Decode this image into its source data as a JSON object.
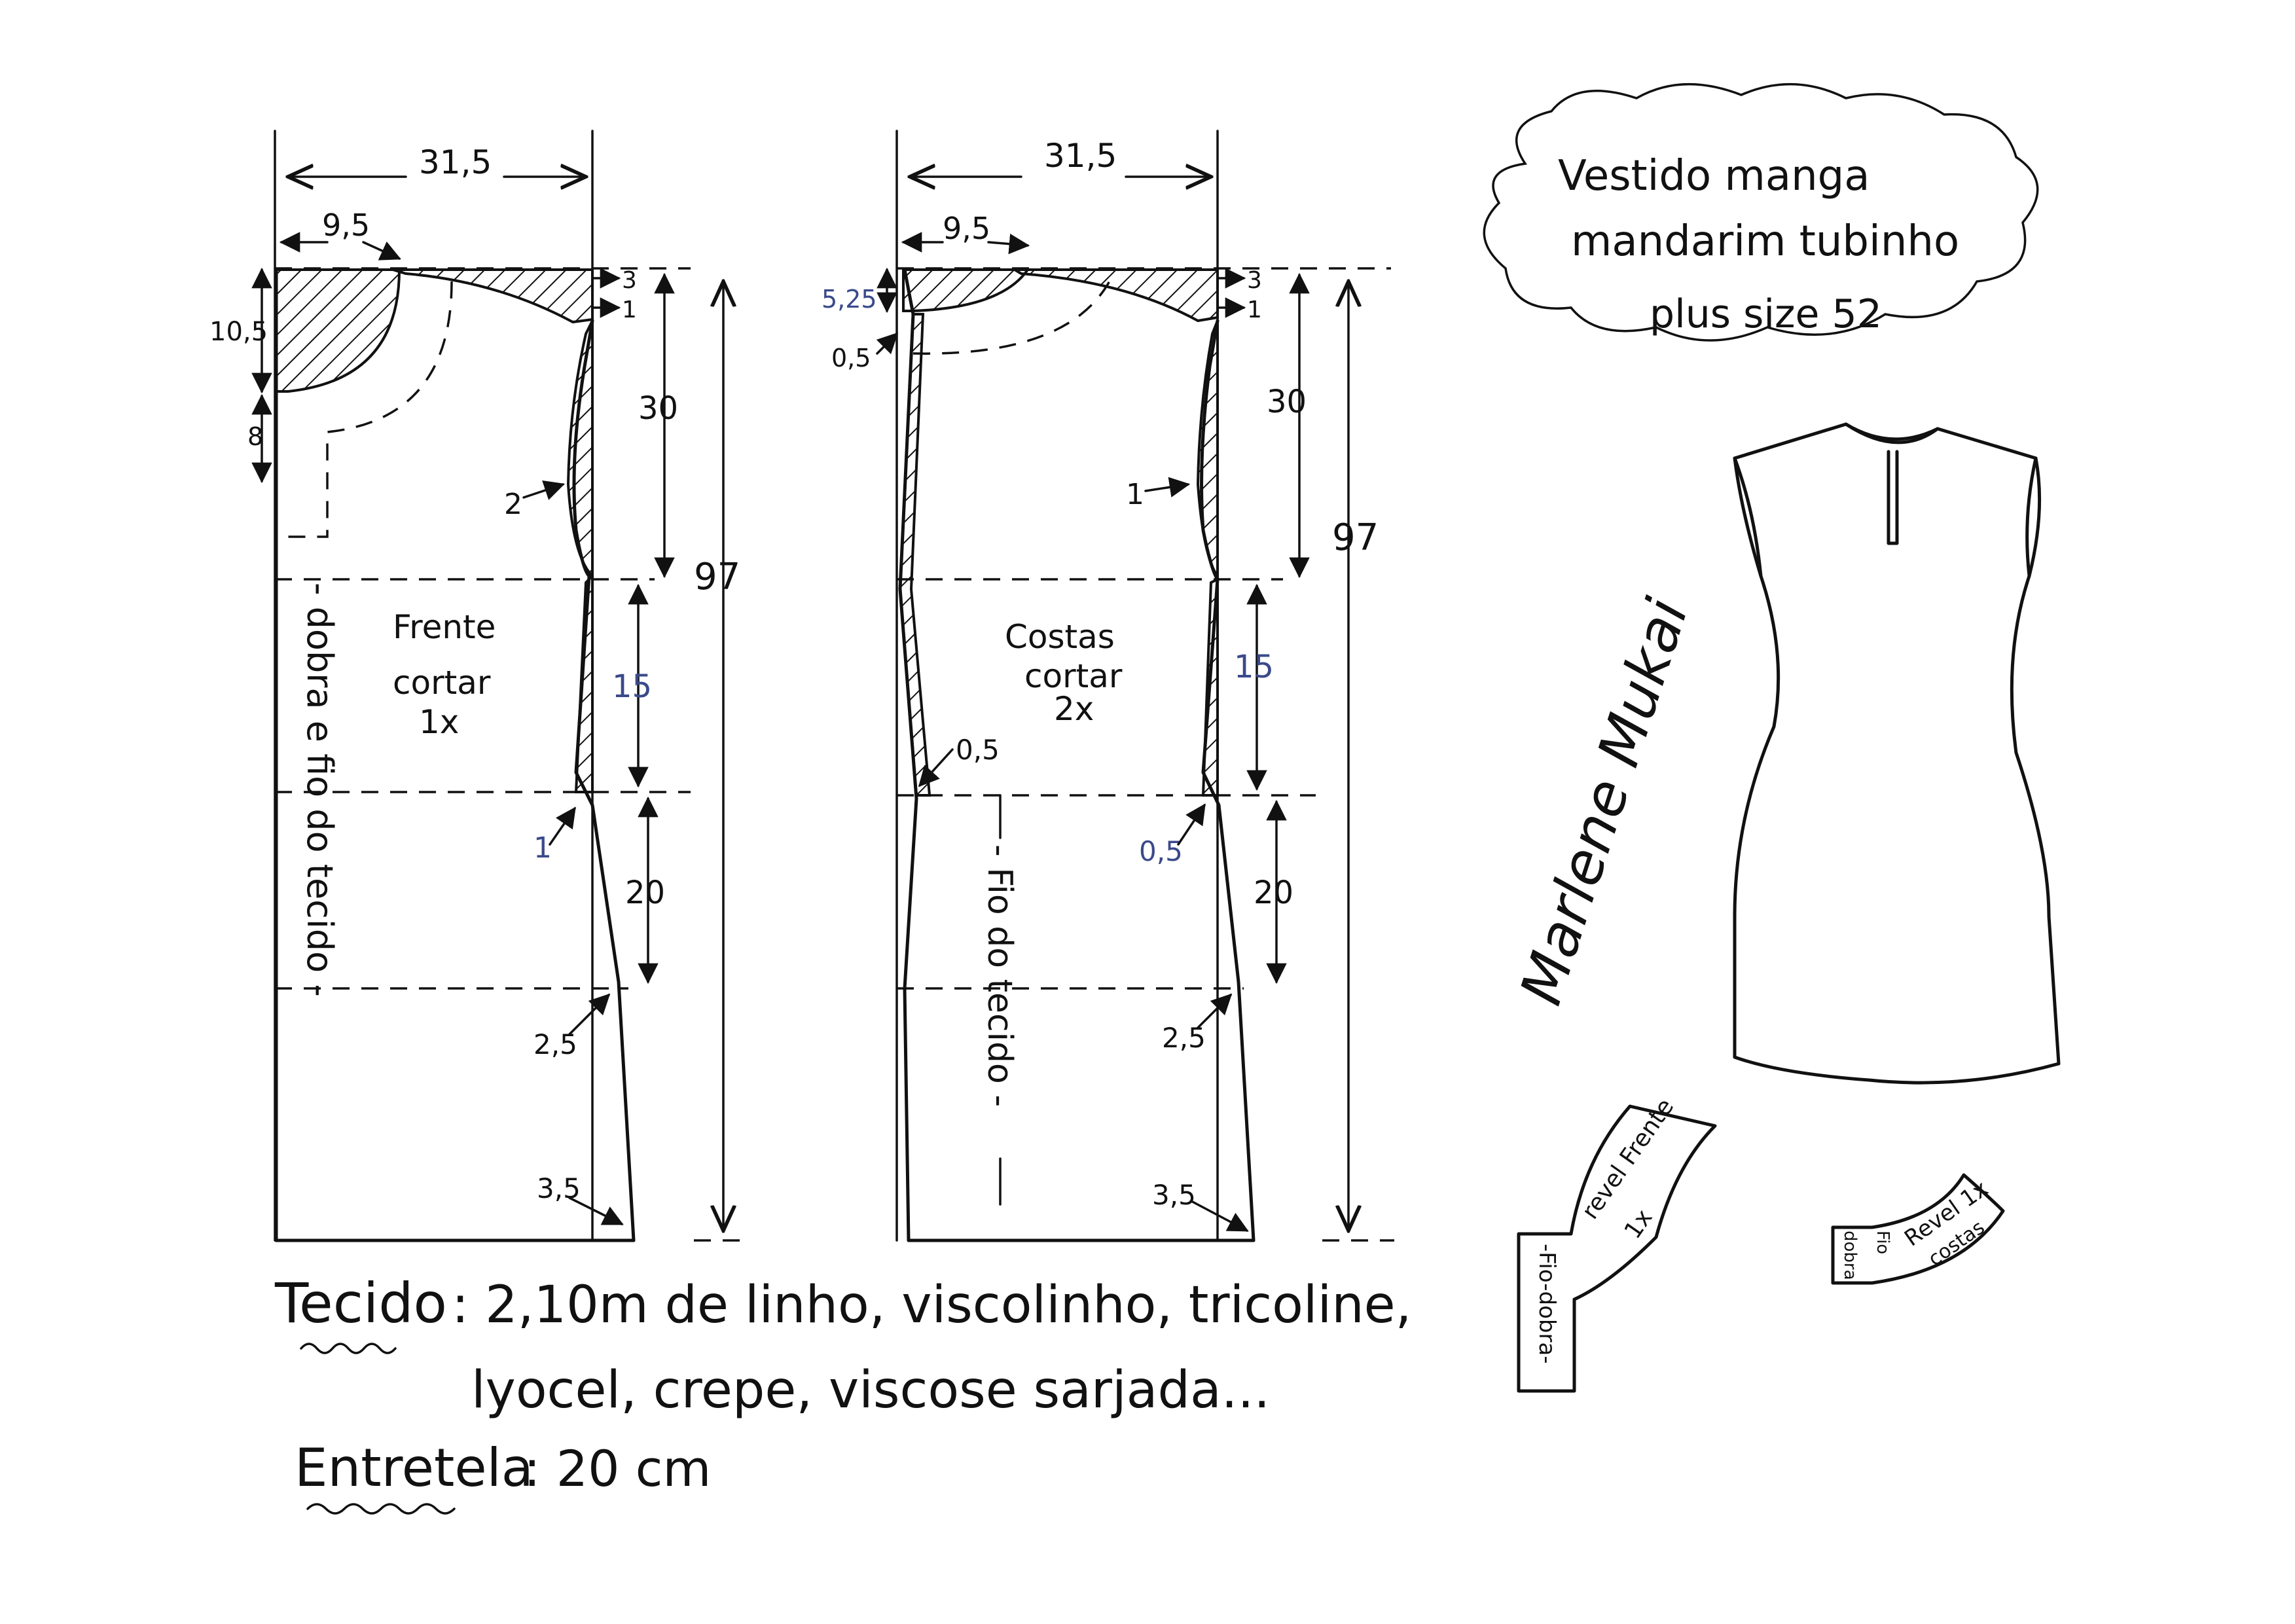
{
  "title_cloud": {
    "line1": "Vestido manga",
    "line2": "mandarim tubinho",
    "line3": "plus size 52"
  },
  "front": {
    "label_line1": "Frente",
    "label_line2": "cortar",
    "label_line3": "1x",
    "width": "31,5",
    "neck_width": "9,5",
    "neck_depth": "10,5",
    "placket": "8",
    "shoulder_drop_3": "3",
    "shoulder_drop_1": "1",
    "bust_depth": "30",
    "total_length": "97",
    "waist_depth": "15",
    "hip_depth": "20",
    "side_2": "2",
    "side_1": "1",
    "hem_25": "2,5",
    "hem_35": "3,5",
    "fold_text": "- dobra e fio do tecido -"
  },
  "back": {
    "label_line1": "Costas",
    "label_line2": "cortar",
    "label_line3": "2x",
    "width": "31,5",
    "neck_width": "9,5",
    "neck_depth": "5,25",
    "neck_05": "0,5",
    "shoulder_drop_3": "3",
    "shoulder_drop_1": "1",
    "bust_depth": "30",
    "total_length": "97",
    "waist_depth": "15",
    "hip_depth": "20",
    "side_1": "1",
    "cb_05": "0,5",
    "side_05": "0,5",
    "hem_25": "2,5",
    "hem_35": "3,5",
    "grain_text": "- Fio do tecido -"
  },
  "facings": {
    "front_line1": "revel Frente",
    "front_line2": "1x",
    "front_fold": "-Fio-dobra-",
    "back_line1": "Revel 1x",
    "back_line2": "costas",
    "back_fold": "dobra",
    "back_fio": "Fio"
  },
  "notes": {
    "fabric_label": "Tecido",
    "fabric_line1": ": 2,10m de linho, viscolinho, tricoline,",
    "fabric_line2": "lyocel, crepe, viscose sarjada...",
    "interfacing_label": "Entretela",
    "interfacing_value": ": 20 cm"
  },
  "signature": "Marlene Mukai"
}
